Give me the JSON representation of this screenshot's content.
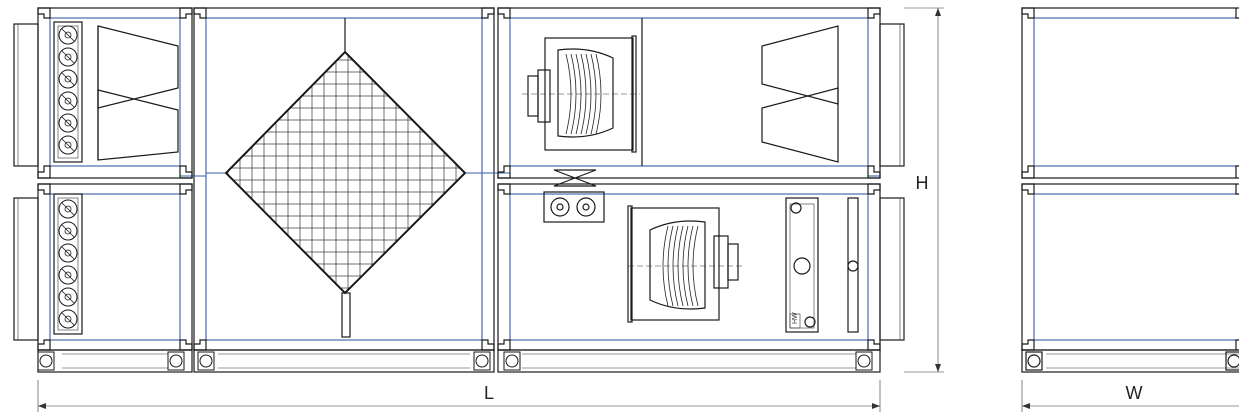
{
  "dimensions": {
    "length_label": "L",
    "height_label": "H",
    "width_label": "W"
  },
  "heater_label": "HW"
}
